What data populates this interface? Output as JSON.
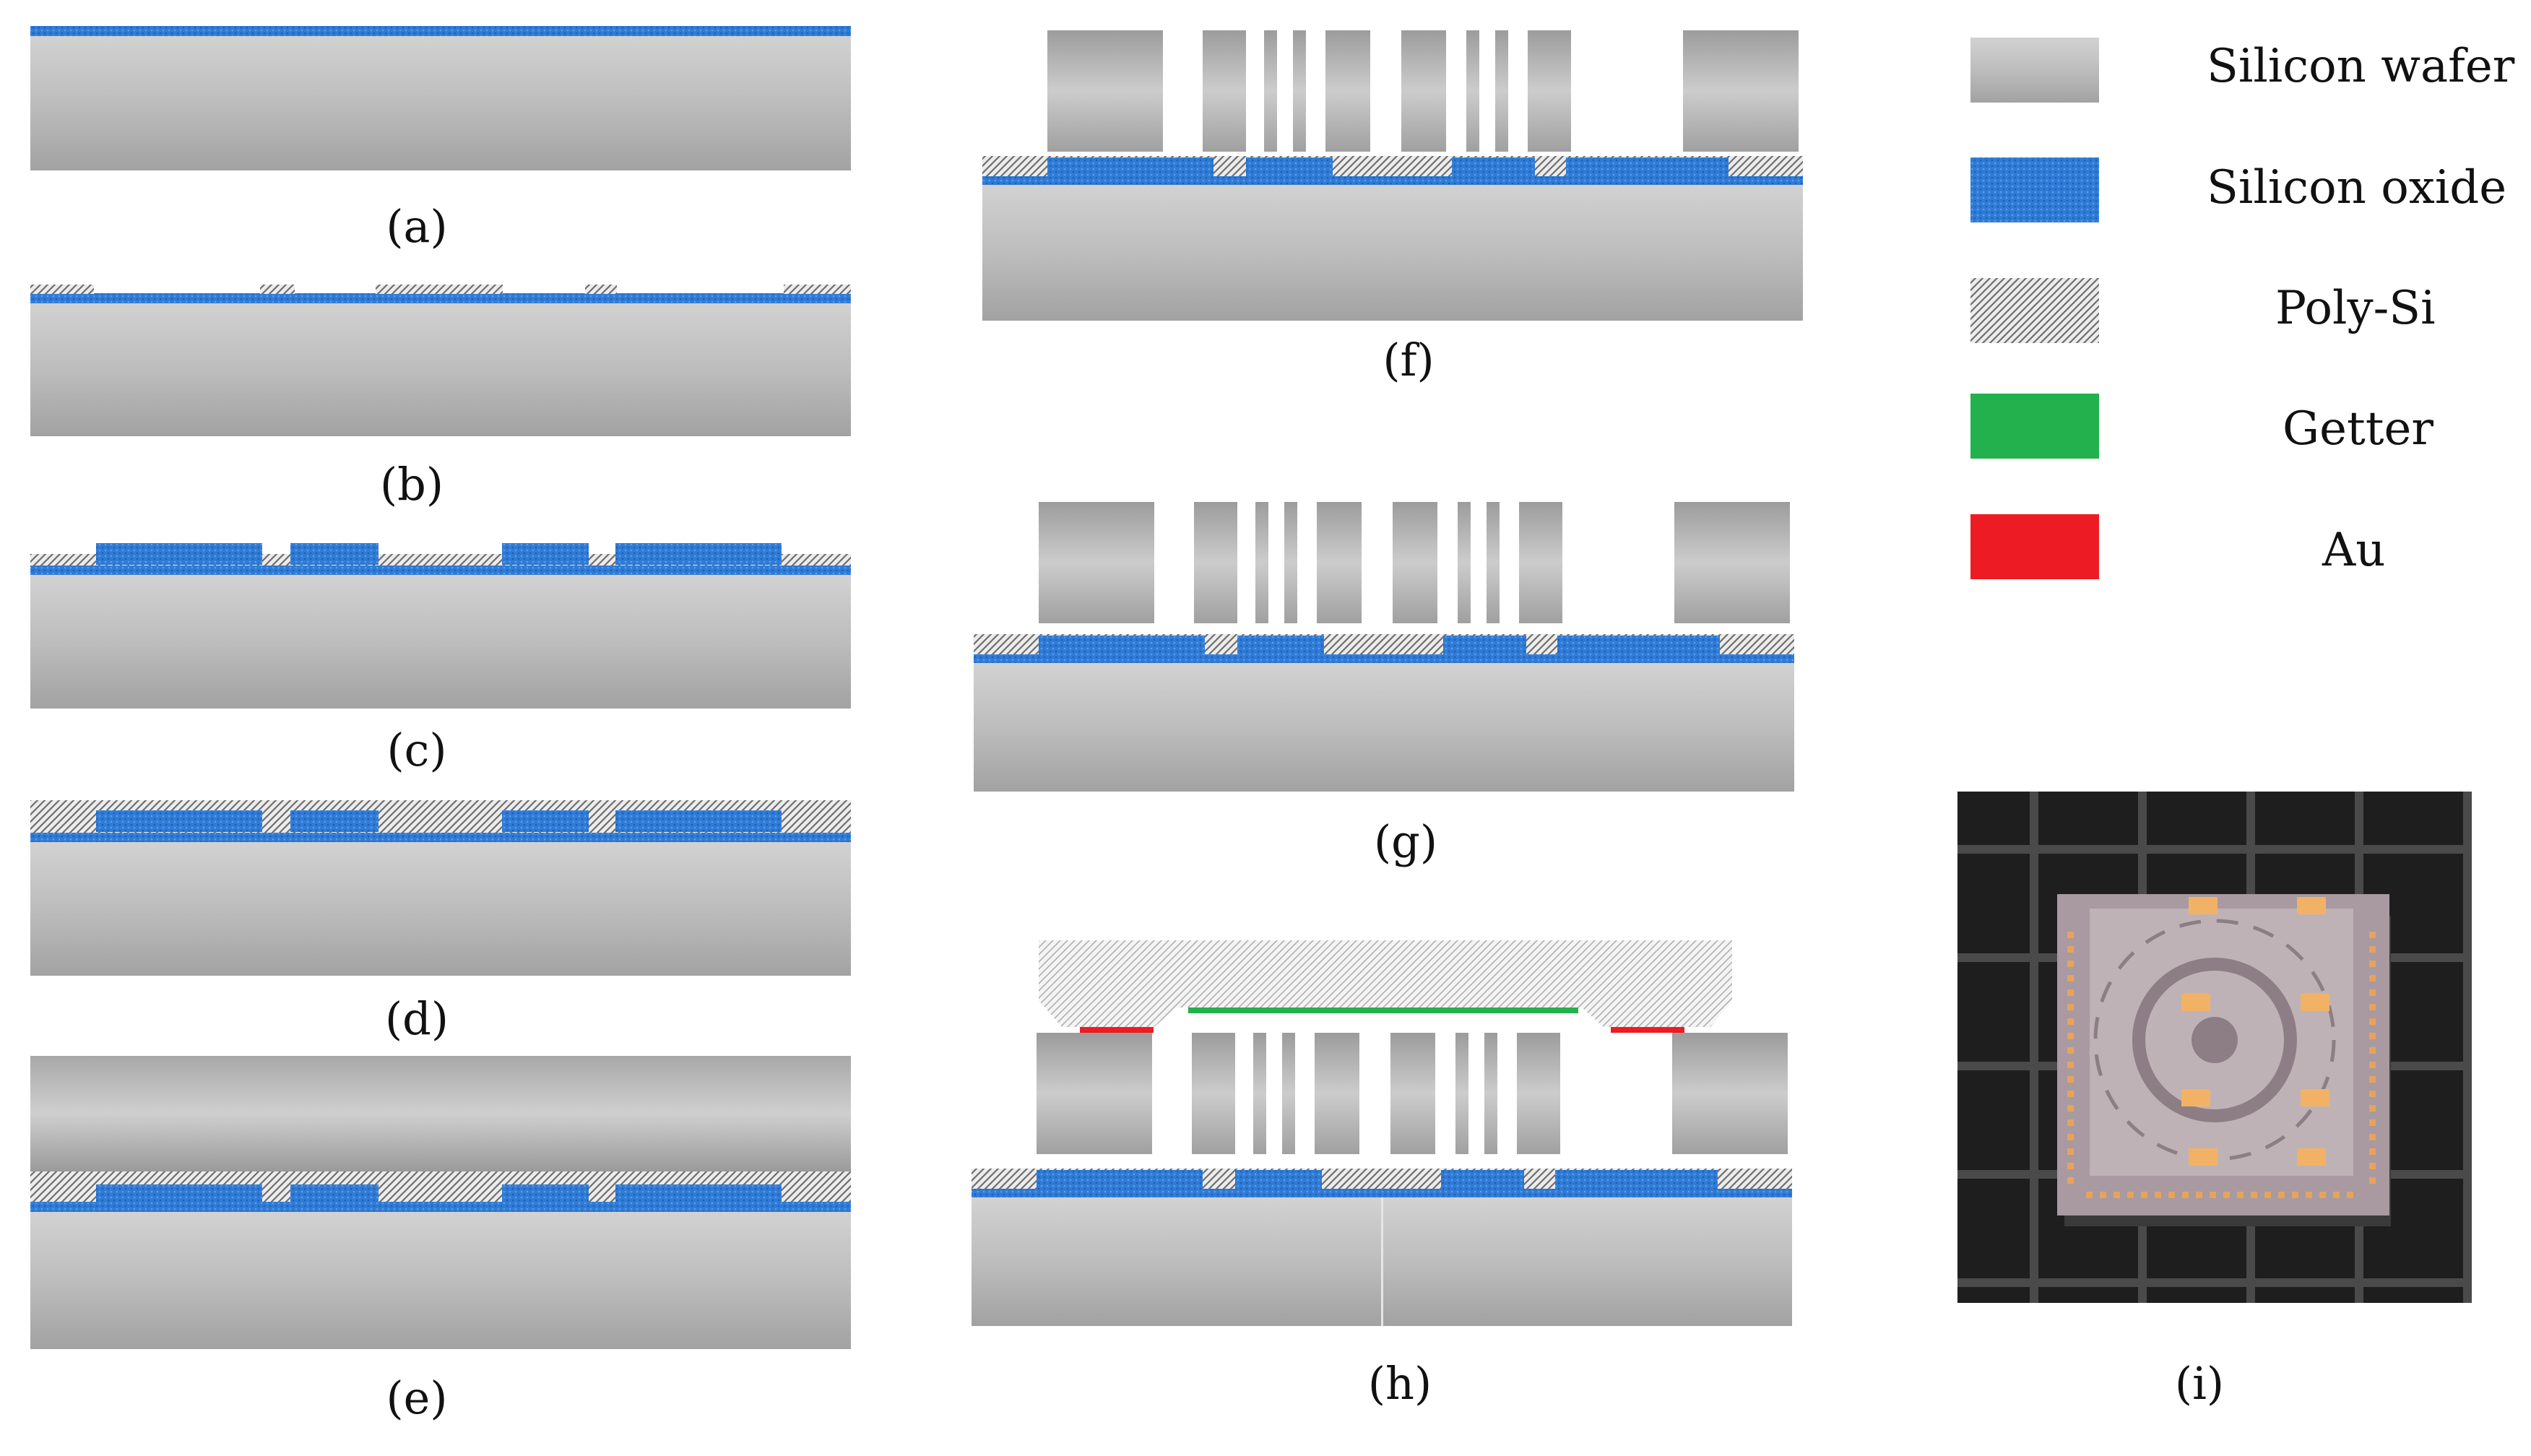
{
  "figure": {
    "captions": {
      "a": "(a)",
      "b": "(b)",
      "c": "(c)",
      "d": "(d)",
      "e": "(e)",
      "f": "(f)",
      "g": "(g)",
      "h": "(h)",
      "i": "(i)"
    },
    "legend": [
      {
        "label": "Silicon wafer",
        "pattern": "silicon"
      },
      {
        "label": "Silicon oxide",
        "pattern": "oxide"
      },
      {
        "label": "Poly-Si",
        "pattern": "polysi"
      },
      {
        "label": "Getter",
        "pattern": "getter"
      },
      {
        "label": "Au",
        "pattern": "au"
      }
    ],
    "colors": {
      "silicon_light": "#c4c4c4",
      "silicon_dark": "#9e9e9e",
      "oxide": "#2f7bd6",
      "getter": "#22b14c",
      "au": "#ed1c24",
      "polysi": "#8a8a8a"
    }
  }
}
